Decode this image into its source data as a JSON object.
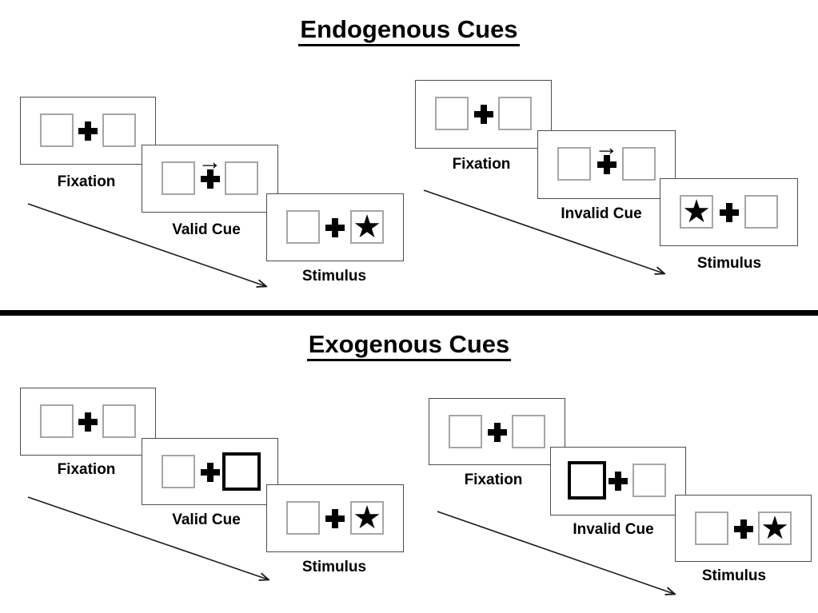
{
  "icons": {
    "star": "★",
    "cue_arrow": "→"
  },
  "colors": {
    "card_border": "#4d4d4d",
    "box_border": "#a6a6a6",
    "cue_box_border": "#000000",
    "ink": "#000000",
    "divider": "#000000"
  },
  "sections": [
    {
      "title": "Endogenous Cues",
      "groups": [
        {
          "condition": "valid",
          "cards": [
            {
              "type": "fixation",
              "label": "Fixation"
            },
            {
              "type": "cue",
              "label": "Valid Cue",
              "cue_style": "central-arrow",
              "cue_direction": "right"
            },
            {
              "type": "stimulus",
              "label": "Stimulus",
              "star_side": "right"
            }
          ]
        },
        {
          "condition": "invalid",
          "cards": [
            {
              "type": "fixation",
              "label": "Fixation"
            },
            {
              "type": "cue",
              "label": "Invalid Cue",
              "cue_style": "central-arrow",
              "cue_direction": "right"
            },
            {
              "type": "stimulus",
              "label": "Stimulus",
              "star_side": "left"
            }
          ]
        }
      ]
    },
    {
      "title": "Exogenous Cues",
      "groups": [
        {
          "condition": "valid",
          "cards": [
            {
              "type": "fixation",
              "label": "Fixation"
            },
            {
              "type": "cue",
              "label": "Valid Cue",
              "cue_style": "peripheral-box-highlight",
              "highlight_side": "right"
            },
            {
              "type": "stimulus",
              "label": "Stimulus",
              "star_side": "right"
            }
          ]
        },
        {
          "condition": "invalid",
          "cards": [
            {
              "type": "fixation",
              "label": "Fixation"
            },
            {
              "type": "cue",
              "label": "Invalid Cue",
              "cue_style": "peripheral-box-highlight",
              "highlight_side": "left"
            },
            {
              "type": "stimulus",
              "label": "Stimulus",
              "star_side": "right"
            }
          ]
        }
      ]
    }
  ]
}
